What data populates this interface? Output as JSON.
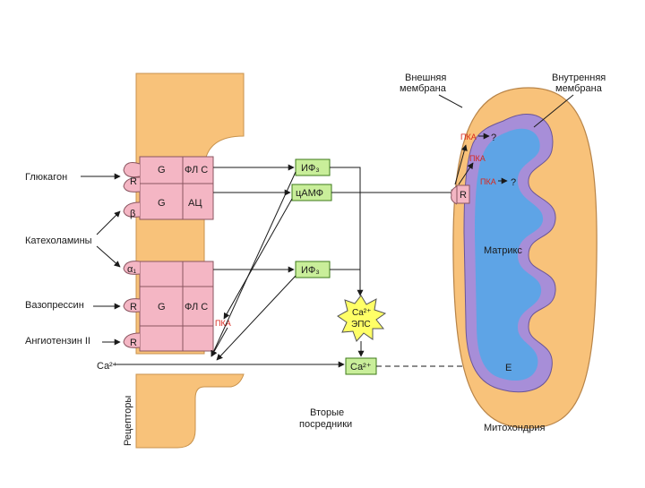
{
  "membrane_labels": {
    "outer_membrane": [
      "Внешняя",
      "мембрана"
    ],
    "inner_membrane": [
      "Внутренняя",
      "мембрана"
    ]
  },
  "hormones": {
    "glucagon": "Глюкагон",
    "catecholamines": "Катехоламины",
    "vasopressin": "Вазопрессин",
    "angiotensin": "Ангиотензин II",
    "calcium": "Ca²⁺"
  },
  "receptor_letters": {
    "r1": "R",
    "beta": "β",
    "alpha1": "α₁",
    "r3": "R",
    "r4": "R"
  },
  "membrane_boxes": {
    "g1": "G",
    "fls1": "ФЛ С",
    "g2": "G",
    "ac": "АЦ",
    "g3": "G",
    "fls2": "ФЛ С"
  },
  "messengers": {
    "ip3_top": "ИФ₃",
    "camp": "цАМФ",
    "ip3_bottom": "ИФ₃",
    "ca_er": [
      "Ca²⁺",
      "ЭПС"
    ],
    "ca_box": "Ca²⁺"
  },
  "pka": {
    "cell": "ПКА",
    "mito1": "ПКА",
    "mito2": "ПКА",
    "mito3": "ПКА",
    "mito_r": "R"
  },
  "question_marks": [
    "?",
    "?"
  ],
  "mito_labels": {
    "matrix": "Матрикс",
    "e": "E",
    "mitochondria": "Митохондрия"
  },
  "bottom_labels": {
    "receptors": "Рецепторы",
    "second_messengers": [
      "Вторые",
      "посредники"
    ]
  },
  "colors": {
    "membrane": "#f8c27a",
    "receptor": "#f4b6c4",
    "receptor_stroke": "#8a5560",
    "messenger_box": "#c9ee9a",
    "er_star": "#ffff66",
    "mito_matrix": "#5ea4e6",
    "mito_inner": "#a78ed8",
    "pka_red": "#d9261c"
  }
}
